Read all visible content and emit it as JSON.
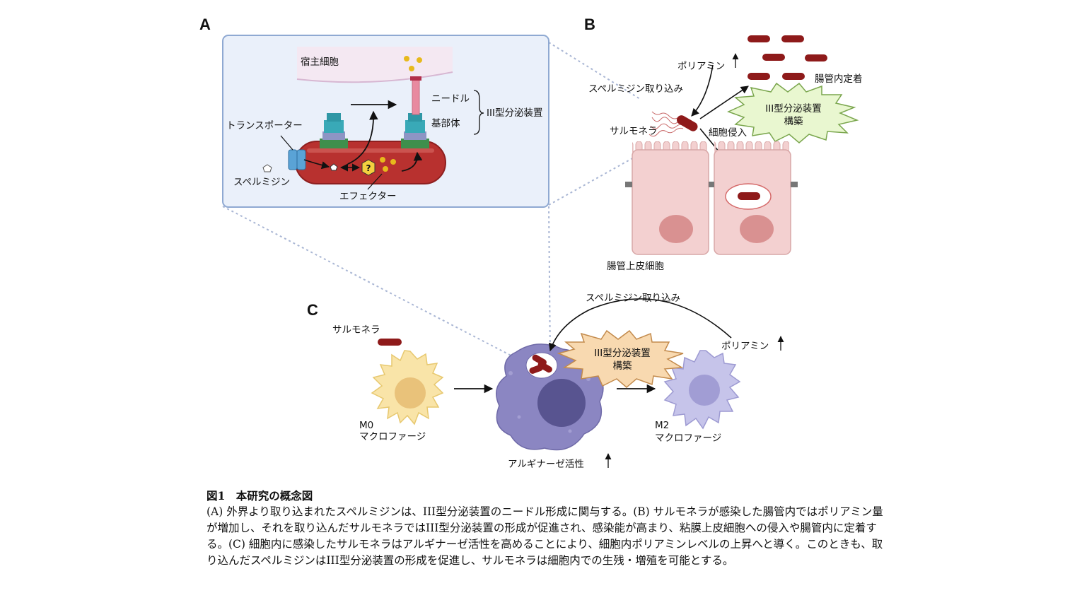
{
  "panels": {
    "a": "A",
    "b": "B",
    "c": "C"
  },
  "panel_a": {
    "host_cell": "宿主細胞",
    "needle": "ニードル",
    "basal_body": "基部体",
    "t3ss": "III型分泌装置",
    "transporter": "トランスポーター",
    "spermidine": "スペルミジン",
    "effector": "エフェクター",
    "unknown_mark": "?"
  },
  "panel_b": {
    "polyamine": "ポリアミン",
    "spermidine_uptake": "スペルミジン取り込み",
    "salmonella": "サルモネラ",
    "gut_colonization": "腸管内定着",
    "t3ss_build_line1": "III型分泌装置",
    "t3ss_build_line2": "構築",
    "cell_invasion": "細胞侵入",
    "epithelial_cells": "腸管上皮細胞"
  },
  "panel_c": {
    "salmonella": "サルモネラ",
    "spermidine_uptake": "スペルミジン取り込み",
    "polyamine": "ポリアミン",
    "t3ss_build_line1": "III型分泌装置",
    "t3ss_build_line2": "構築",
    "m0_line1": "M0",
    "m0_line2": "マクロファージ",
    "m2_line1": "M2",
    "m2_line2": "マクロファージ",
    "arginase": "アルギナーゼ活性"
  },
  "caption": {
    "title": "図1　本研究の概念図",
    "text": "(A) 外界より取り込まれたスペルミジンは、III型分泌装置のニードル形成に関与する。(B) サルモネラが感染した腸管内ではポリアミン量が増加し、それを取り込んだサルモネラではIII型分泌装置の形成が促進され、感染能が高まり、粘膜上皮細胞への侵入や腸管内に定着する。(C) 細胞内に感染したサルモネラはアルギナーゼ活性を高めることにより、細胞内ポリアミンレベルの上昇へと導く。このときも、取り込んだスペルミジンはIII型分泌装置の形成を促進し、サルモネラは細胞内での生残・増殖を可能とする。"
  },
  "colors": {
    "panel_box_fill": "#eaf0fa",
    "panel_box_stroke": "#8fa9d2",
    "bacterium": "#b8312f",
    "bacterium_dark": "#7e1a1a",
    "epithelium": "#f3d0d0",
    "nucleus_epi": "#d99191",
    "m0": "#f9e4a8",
    "m0_nucleus": "#e9c27a",
    "macrophage_active": "#8b86c2",
    "macrophage_nucleus": "#585490",
    "m2": "#c6c4ea",
    "m2_nucleus": "#a19dd4",
    "burst_green": "#e9f7d0",
    "burst_orange": "#f8d9b0"
  }
}
